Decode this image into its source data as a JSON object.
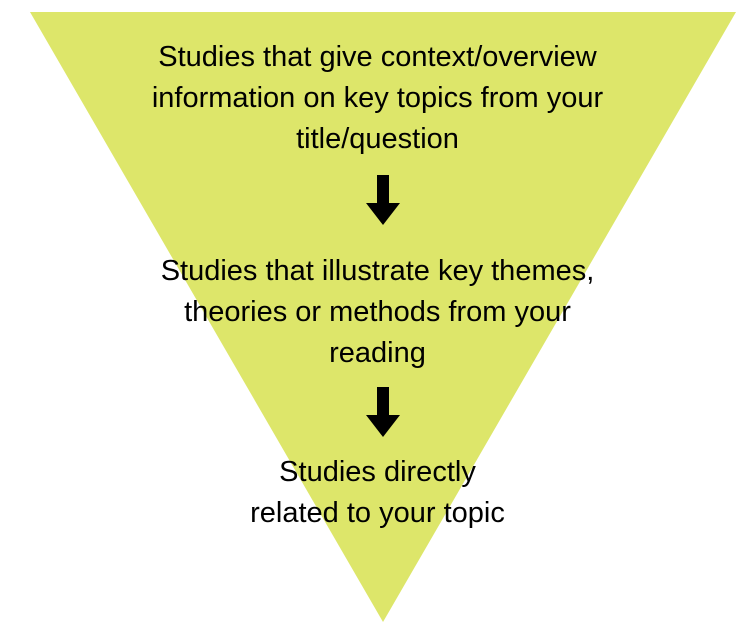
{
  "colors": {
    "funnel_fill": "#dde66a",
    "text": "#000000",
    "arrow": "#000000"
  },
  "levels": [
    {
      "lines": [
        "Studies that give context/overview",
        "information on key topics from your",
        "title/question"
      ]
    },
    {
      "lines": [
        "Studies that illustrate key themes,",
        "theories or methods from your",
        "reading"
      ]
    },
    {
      "lines": [
        "Studies directly",
        "related to your topic"
      ]
    }
  ],
  "arrows": [
    {
      "icon": "down-arrow-icon"
    },
    {
      "icon": "down-arrow-icon"
    }
  ]
}
